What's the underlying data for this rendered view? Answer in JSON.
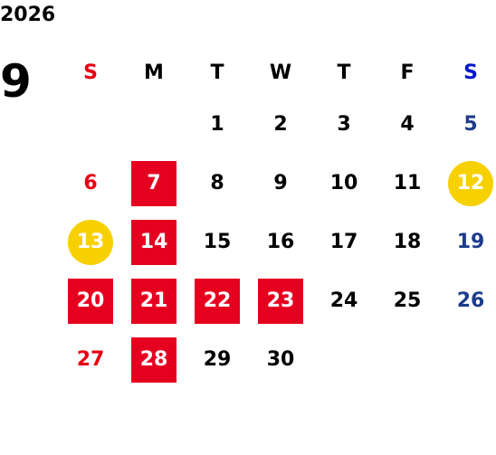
{
  "year": "2026",
  "month": "9",
  "weekdays": [
    "S",
    "M",
    "T",
    "W",
    "T",
    "F",
    "S"
  ],
  "colors": {
    "sunday": "#e60012",
    "saturday": "#1e3c8c",
    "holiday_bg": "#e60020",
    "special_bg": "#f7d000"
  },
  "weeks": [
    [
      {
        "d": ""
      },
      {
        "d": ""
      },
      {
        "d": "1"
      },
      {
        "d": "2"
      },
      {
        "d": "3"
      },
      {
        "d": "4"
      },
      {
        "d": "5"
      }
    ],
    [
      {
        "d": "6"
      },
      {
        "d": "7",
        "mark": "holiday"
      },
      {
        "d": "8"
      },
      {
        "d": "9"
      },
      {
        "d": "10"
      },
      {
        "d": "11"
      },
      {
        "d": "12",
        "mark": "special"
      }
    ],
    [
      {
        "d": "13",
        "mark": "special"
      },
      {
        "d": "14",
        "mark": "holiday"
      },
      {
        "d": "15"
      },
      {
        "d": "16"
      },
      {
        "d": "17"
      },
      {
        "d": "18"
      },
      {
        "d": "19"
      }
    ],
    [
      {
        "d": "20",
        "mark": "holiday"
      },
      {
        "d": "21",
        "mark": "holiday"
      },
      {
        "d": "22",
        "mark": "holiday"
      },
      {
        "d": "23",
        "mark": "holiday"
      },
      {
        "d": "24"
      },
      {
        "d": "25"
      },
      {
        "d": "26"
      }
    ],
    [
      {
        "d": "27"
      },
      {
        "d": "28",
        "mark": "holiday"
      },
      {
        "d": "29"
      },
      {
        "d": "30"
      },
      {
        "d": ""
      },
      {
        "d": ""
      },
      {
        "d": ""
      }
    ]
  ]
}
